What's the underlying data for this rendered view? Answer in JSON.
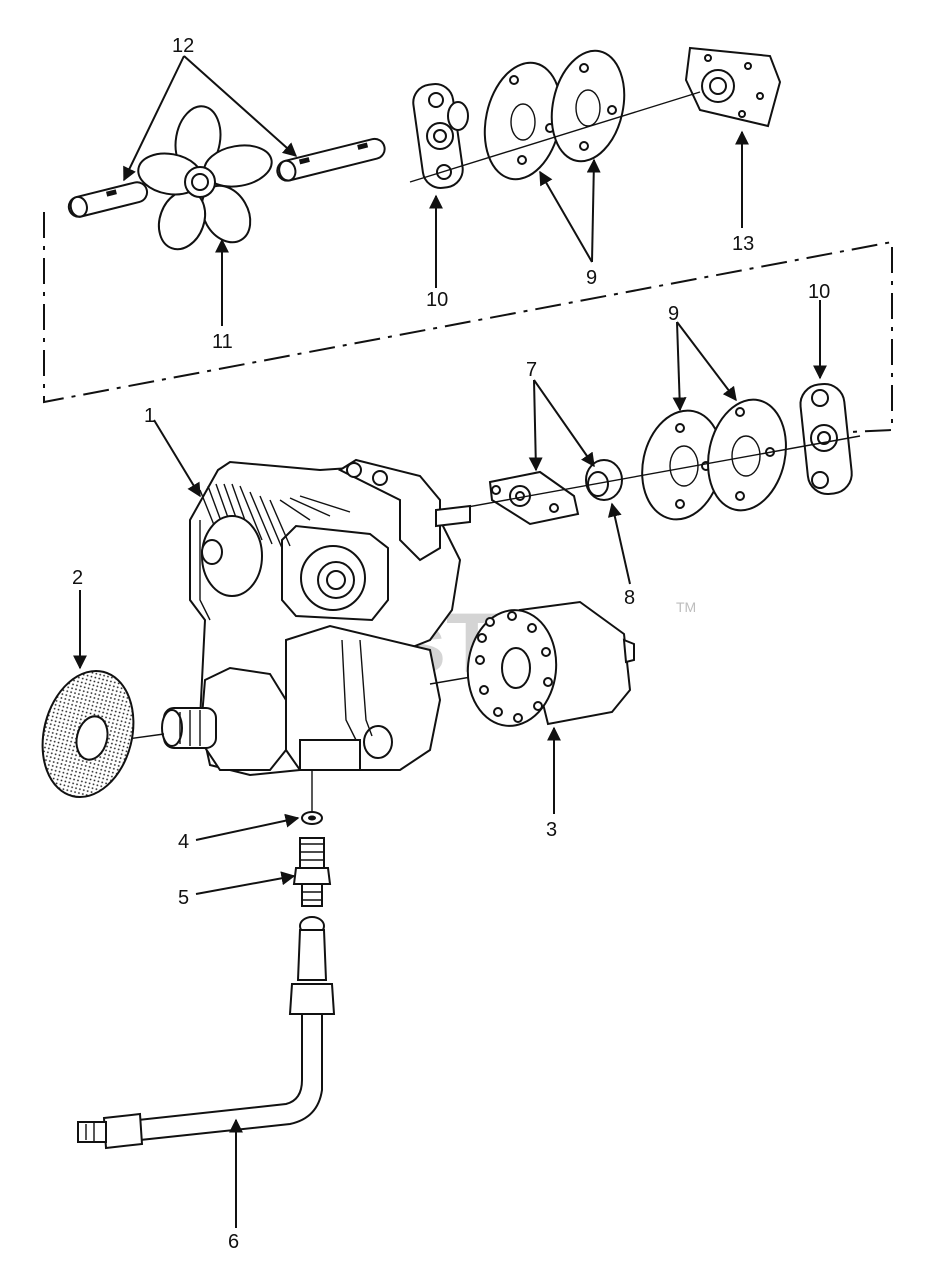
{
  "watermark": {
    "text": "PartsTree",
    "trademark": "TM"
  },
  "callouts": {
    "c1": "1",
    "c2": "2",
    "c3": "3",
    "c4": "4",
    "c5": "5",
    "c6": "6",
    "c7": "7",
    "c8": "8",
    "c9a": "9",
    "c9b": "9",
    "c10a": "10",
    "c10b": "10",
    "c11": "11",
    "c12": "12",
    "c13": "13"
  }
}
